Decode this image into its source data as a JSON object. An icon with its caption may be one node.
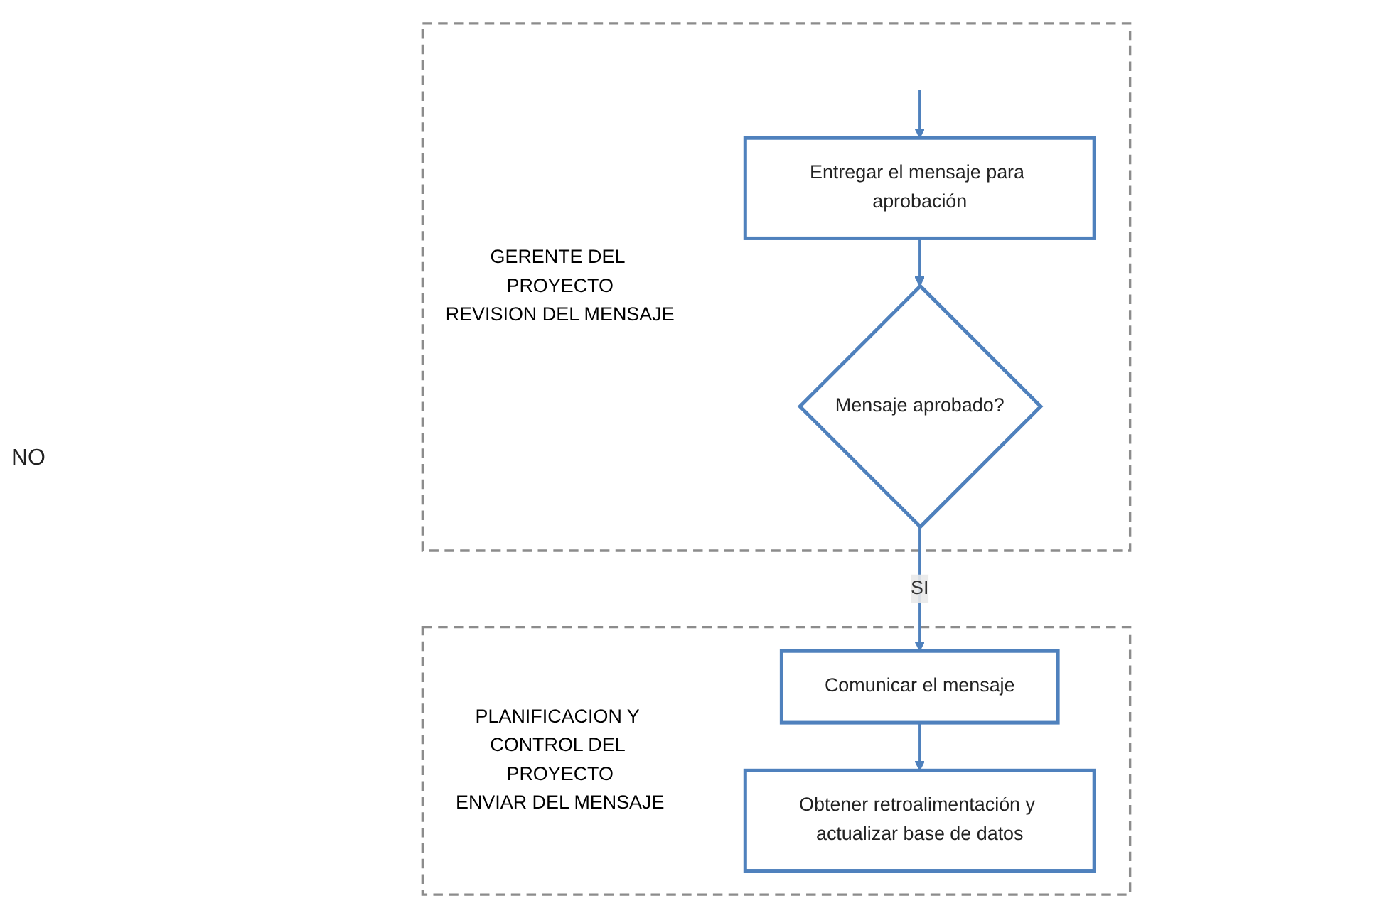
{
  "diagram": {
    "nodes": [
      {
        "text": [
          "GERENTE DEL PROYECTO",
          "REVISION DEL MENSAJE"
        ]
      },
      {
        "text": [
          "Entregar el mensaje para aprobación"
        ],
        "in": 0
      },
      {
        "text": [
          "Mensaje aprobado?"
        ],
        "in": 0
      },
      {
        "text": [
          "PLANIFICACION Y CONTROL DEL PROYECTO",
          "ENVIAR DEL MENSAJE"
        ]
      },
      {
        "text": [
          "Comunicar el mensaje"
        ],
        "in": 3
      },
      {
        "text": [
          "Obtener retroalimentación y actualizar base de datos"
        ],
        "in": 3
      }
    ],
    "edges": [
      {
        "from": null,
        "to": 1,
        "arrow": "to"
      },
      {
        "from": 1,
        "to": 2,
        "arrow": "to"
      },
      {
        "from": 2,
        "to": 4,
        "arrow": "to",
        "label": "SI"
      },
      {
        "from": 4,
        "to": 5,
        "arrow": "to"
      }
    ],
    "labels": [
      "NO"
    ]
  }
}
